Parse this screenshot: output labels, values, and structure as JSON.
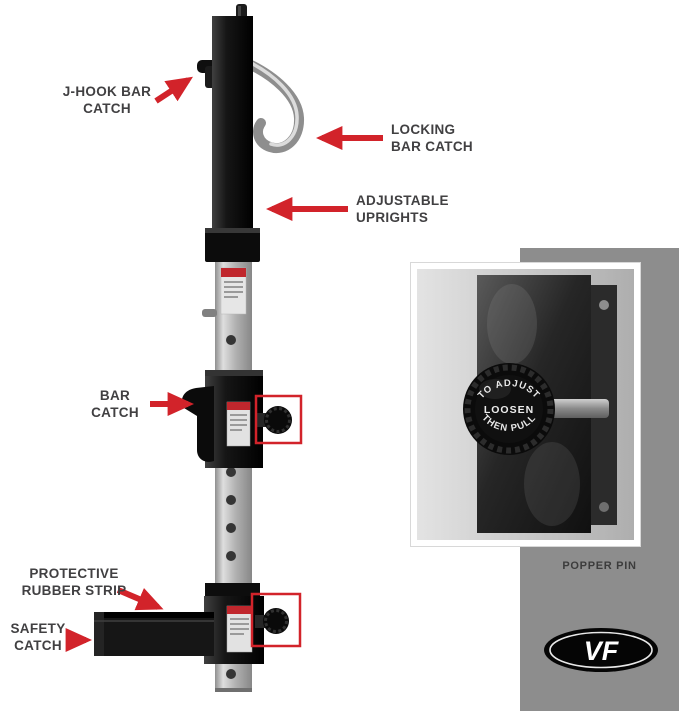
{
  "colors": {
    "background": "#ffffff",
    "panel_gray": "#8d8d8d",
    "arrow_red": "#d2232a",
    "label_text": "#414042"
  },
  "callouts": [
    {
      "line1": "J-HOOK BAR",
      "line2": "CATCH"
    },
    {
      "line1": "LOCKING",
      "line2": "BAR CATCH"
    },
    {
      "line1": "ADJUSTABLE",
      "line2": "UPRIGHTS"
    },
    {
      "line1": "BAR",
      "line2": "CATCH"
    },
    {
      "line1": "PROTECTIVE",
      "line2": "RUBBER STRIP"
    },
    {
      "line1": "SAFETY",
      "line2": "CATCH"
    }
  ],
  "inset": {
    "caption": "POPPER PIN",
    "knob": {
      "text_top": "TO ADJUST",
      "text_middle": "LOOSEN",
      "text_bottom": "THEN PULL"
    }
  },
  "logo": {
    "text": "VF"
  }
}
